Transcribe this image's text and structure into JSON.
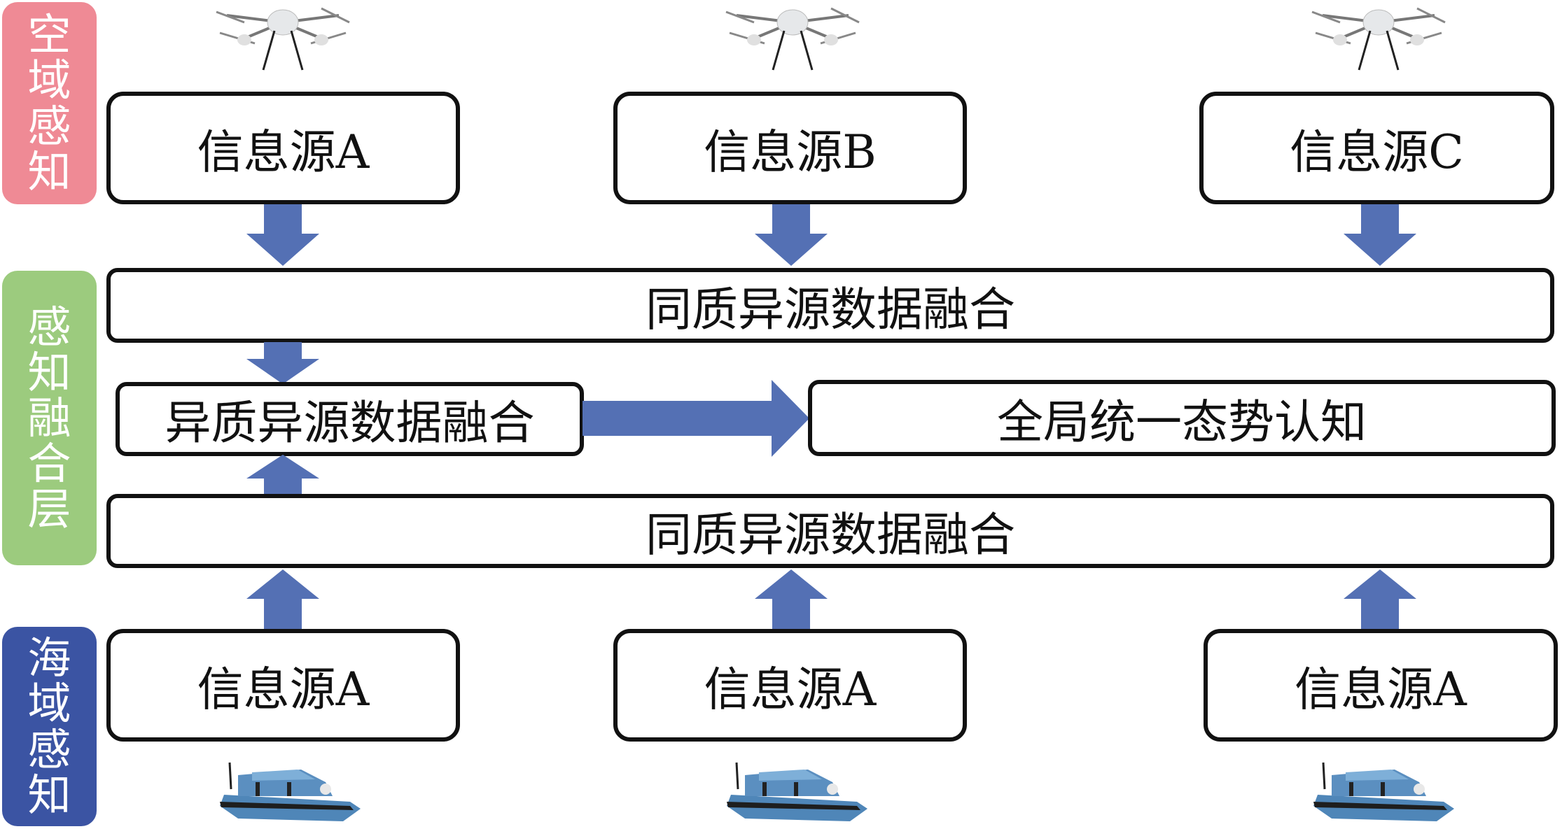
{
  "colors": {
    "air_label_bg": "#EF8A95",
    "fusion_label_bg": "#9CCB7E",
    "sea_label_bg": "#3B54A3",
    "arrow_fill": "#5470B4",
    "box_border": "#111111"
  },
  "side_labels": {
    "air": [
      "空",
      "域",
      "感",
      "知"
    ],
    "fusion": [
      "感",
      "知",
      "融",
      "合",
      "层"
    ],
    "sea": [
      "海",
      "域",
      "感",
      "知"
    ]
  },
  "air_sources": [
    {
      "label": "信息源A",
      "icon": "drone-icon"
    },
    {
      "label": "信息源B",
      "icon": "drone-icon"
    },
    {
      "label": "信息源C",
      "icon": "drone-icon"
    }
  ],
  "sea_sources": [
    {
      "label": "信息源A",
      "icon": "usv-boat-icon"
    },
    {
      "label": "信息源A",
      "icon": "usv-boat-icon"
    },
    {
      "label": "信息源A",
      "icon": "usv-boat-icon"
    }
  ],
  "fusion": {
    "homogeneous_top": "同质异源数据融合",
    "heterogeneous": "异质异源数据融合",
    "global_awareness": "全局统一态势认知",
    "homogeneous_bottom": "同质异源数据融合"
  }
}
